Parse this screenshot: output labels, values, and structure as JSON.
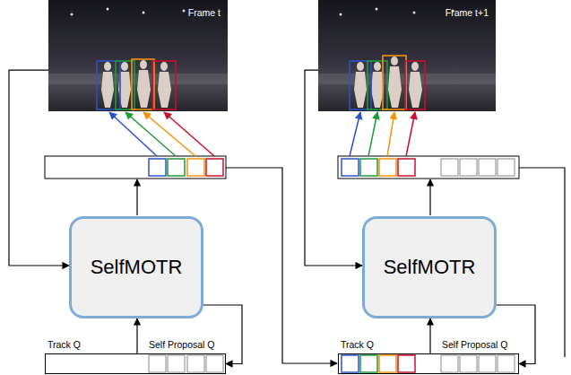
{
  "diagram": {
    "nodes": [
      {
        "text": [
          "Frame t"
        ]
      },
      {
        "text": [
          "SelfMOTR"
        ]
      },
      {
        "text": [
          "Track Q",
          "Self Proposal Q"
        ]
      },
      {
        "text": [
          "Frame t+1"
        ]
      },
      {
        "text": [
          "SelfMOTR"
        ]
      },
      {
        "text": [
          "Track Q",
          "Self Proposal Q"
        ]
      }
    ],
    "edges": [
      {
        "from": 0,
        "to": 1,
        "arrow": "to"
      },
      {
        "from": 2,
        "to": 1,
        "arrow": "to"
      },
      {
        "from": 1,
        "to": 2,
        "arrow": "to"
      },
      {
        "from": 3,
        "to": 4,
        "arrow": "to"
      },
      {
        "from": 5,
        "to": 4,
        "arrow": "to"
      },
      {
        "from": 4,
        "to": 5,
        "arrow": "to"
      }
    ]
  }
}
